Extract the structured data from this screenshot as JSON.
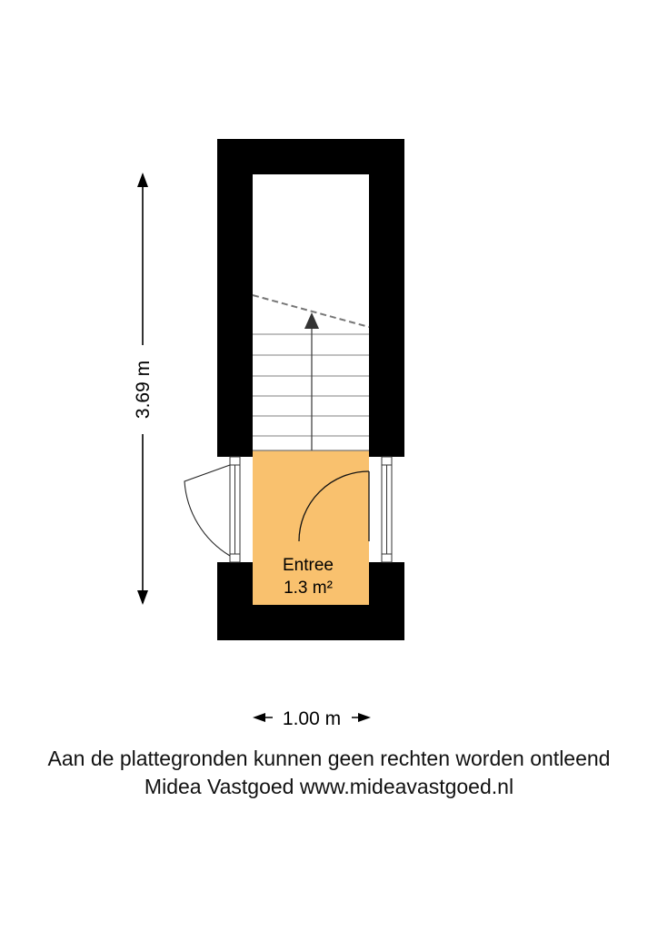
{
  "plan": {
    "colors": {
      "wall": "#000000",
      "room_fill": "#f9c16e",
      "background": "#ffffff",
      "stair_line": "#9a9a9a"
    },
    "room": {
      "name": "Entree",
      "area": "1.3 m²"
    },
    "dimensions": {
      "height_label": "3.69 m",
      "width_label": "1.00 m"
    },
    "footer": {
      "disclaimer": "Aan de plattegronden kunnen geen rechten worden ontleend",
      "company": "Midea Vastgoed www.mideavastgoed.nl"
    }
  }
}
